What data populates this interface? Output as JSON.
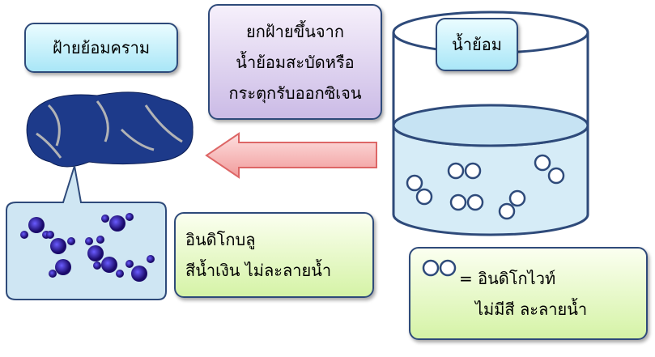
{
  "title_box": {
    "label": "ฝ้ายย้อมคราม"
  },
  "process_box": {
    "lines": [
      "ยกฝ้ายขึ้นจาก",
      "น้ำย้อมสะบัดหรือ",
      "กระตุกรับออกซิเจน"
    ]
  },
  "vat_label": {
    "label": "น้ำย้อม"
  },
  "indigo_blue_box": {
    "lines": [
      "อินดิโกบลู",
      "สีน้ำเงิน ไม่ละลายน้ำ"
    ]
  },
  "legend_box": {
    "symbol": "=",
    "lines": [
      "อินดิโกไวท์",
      "ไม่มีสี ละลายน้ำ"
    ]
  },
  "colors": {
    "fabric": "#1d3a8a",
    "arrow": "#f4a9a9",
    "indigo_blue": "#3a1fb0",
    "water": "#d6ecf7"
  }
}
